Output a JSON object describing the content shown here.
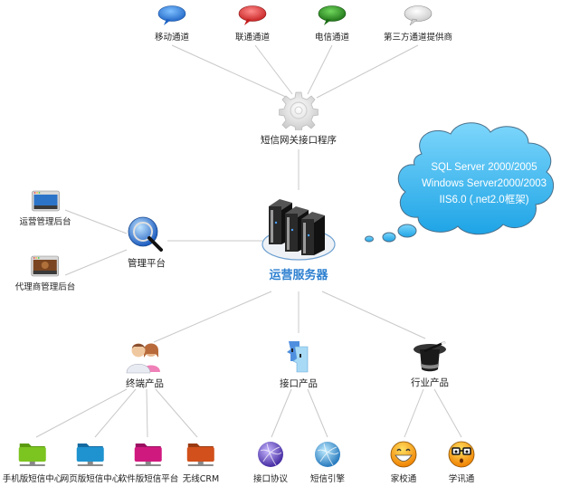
{
  "diagram": {
    "channels": [
      {
        "label": "移动通道",
        "icon": "blue-speech-bubble-icon",
        "color": "#2f7fd8"
      },
      {
        "label": "联通通道",
        "icon": "red-speech-bubble-icon",
        "color": "#d8302f"
      },
      {
        "label": "电信通道",
        "icon": "green-speech-bubble-icon",
        "color": "#2a8a22"
      },
      {
        "label": "第三方通道提供商",
        "icon": "gray-speech-bubble-icon",
        "color": "#d4d4d4"
      }
    ],
    "gateway": {
      "label": "短信网关接口程序",
      "icon": "gear-icon"
    },
    "server": {
      "label": "运营服务器",
      "icon": "server-rack-icon",
      "color": "#2c7fd0"
    },
    "environment_cloud": {
      "lines": [
        "SQL Server 2000/2005",
        "Windows Server2000/2003",
        "IIS6.0 (.net2.0框架)"
      ],
      "color": "#3fb6ec"
    },
    "management": {
      "label": "管理平台",
      "icon": "magnifier-globe-icon",
      "children": [
        {
          "label": "运营管理后台",
          "icon": "blue-window-icon"
        },
        {
          "label": "代理商管理后台",
          "icon": "brown-window-icon"
        }
      ]
    },
    "products": [
      {
        "label": "终端产品",
        "icon": "users-icon",
        "children": [
          {
            "label": "手机版短信中心",
            "icon": "green-network-folder-icon",
            "color": "#7cc420"
          },
          {
            "label": "网页版短信中心",
            "icon": "blue-network-folder-icon",
            "color": "#1f93d0"
          },
          {
            "label": "软件版短信平台",
            "icon": "magenta-network-folder-icon",
            "color": "#d0197f"
          },
          {
            "label": "无线CRM",
            "icon": "orange-network-folder-icon",
            "color": "#d2501b"
          }
        ]
      },
      {
        "label": "接口产品",
        "icon": "interface-faces-icon",
        "children": [
          {
            "label": "接口协议",
            "icon": "purple-network-globe-icon",
            "color": "#5b3fc4"
          },
          {
            "label": "短信引擎",
            "icon": "blue-network-globe-icon",
            "color": "#3a9ad8"
          }
        ]
      },
      {
        "label": "行业产品",
        "icon": "magic-hat-icon",
        "children": [
          {
            "label": "家校通",
            "icon": "grinning-smiley-icon",
            "color": "#f7a400"
          },
          {
            "label": "学讯通",
            "icon": "nerd-smiley-icon",
            "color": "#f7a400"
          }
        ]
      }
    ]
  }
}
